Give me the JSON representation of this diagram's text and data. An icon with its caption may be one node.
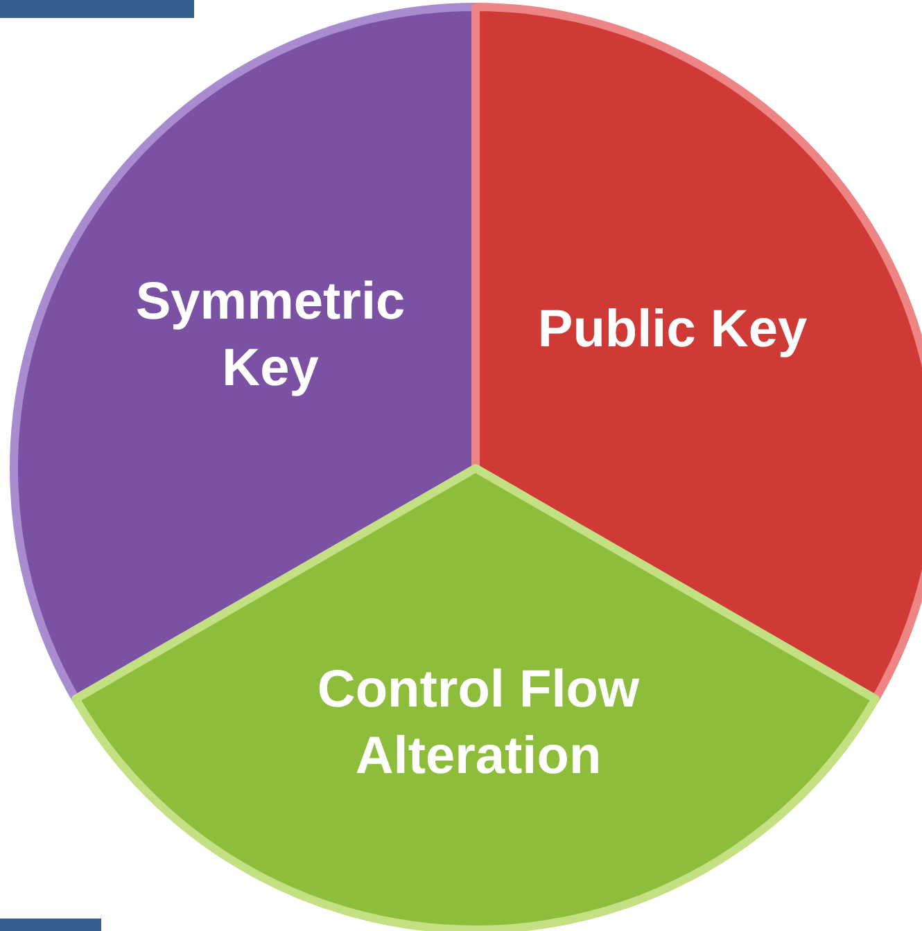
{
  "diagram": {
    "nodes": [
      {
        "text": [
          "Symmetric Key"
        ]
      },
      {
        "text": [
          "Public Key"
        ]
      },
      {
        "text": [
          "Control Flow Alteration"
        ]
      }
    ]
  }
}
